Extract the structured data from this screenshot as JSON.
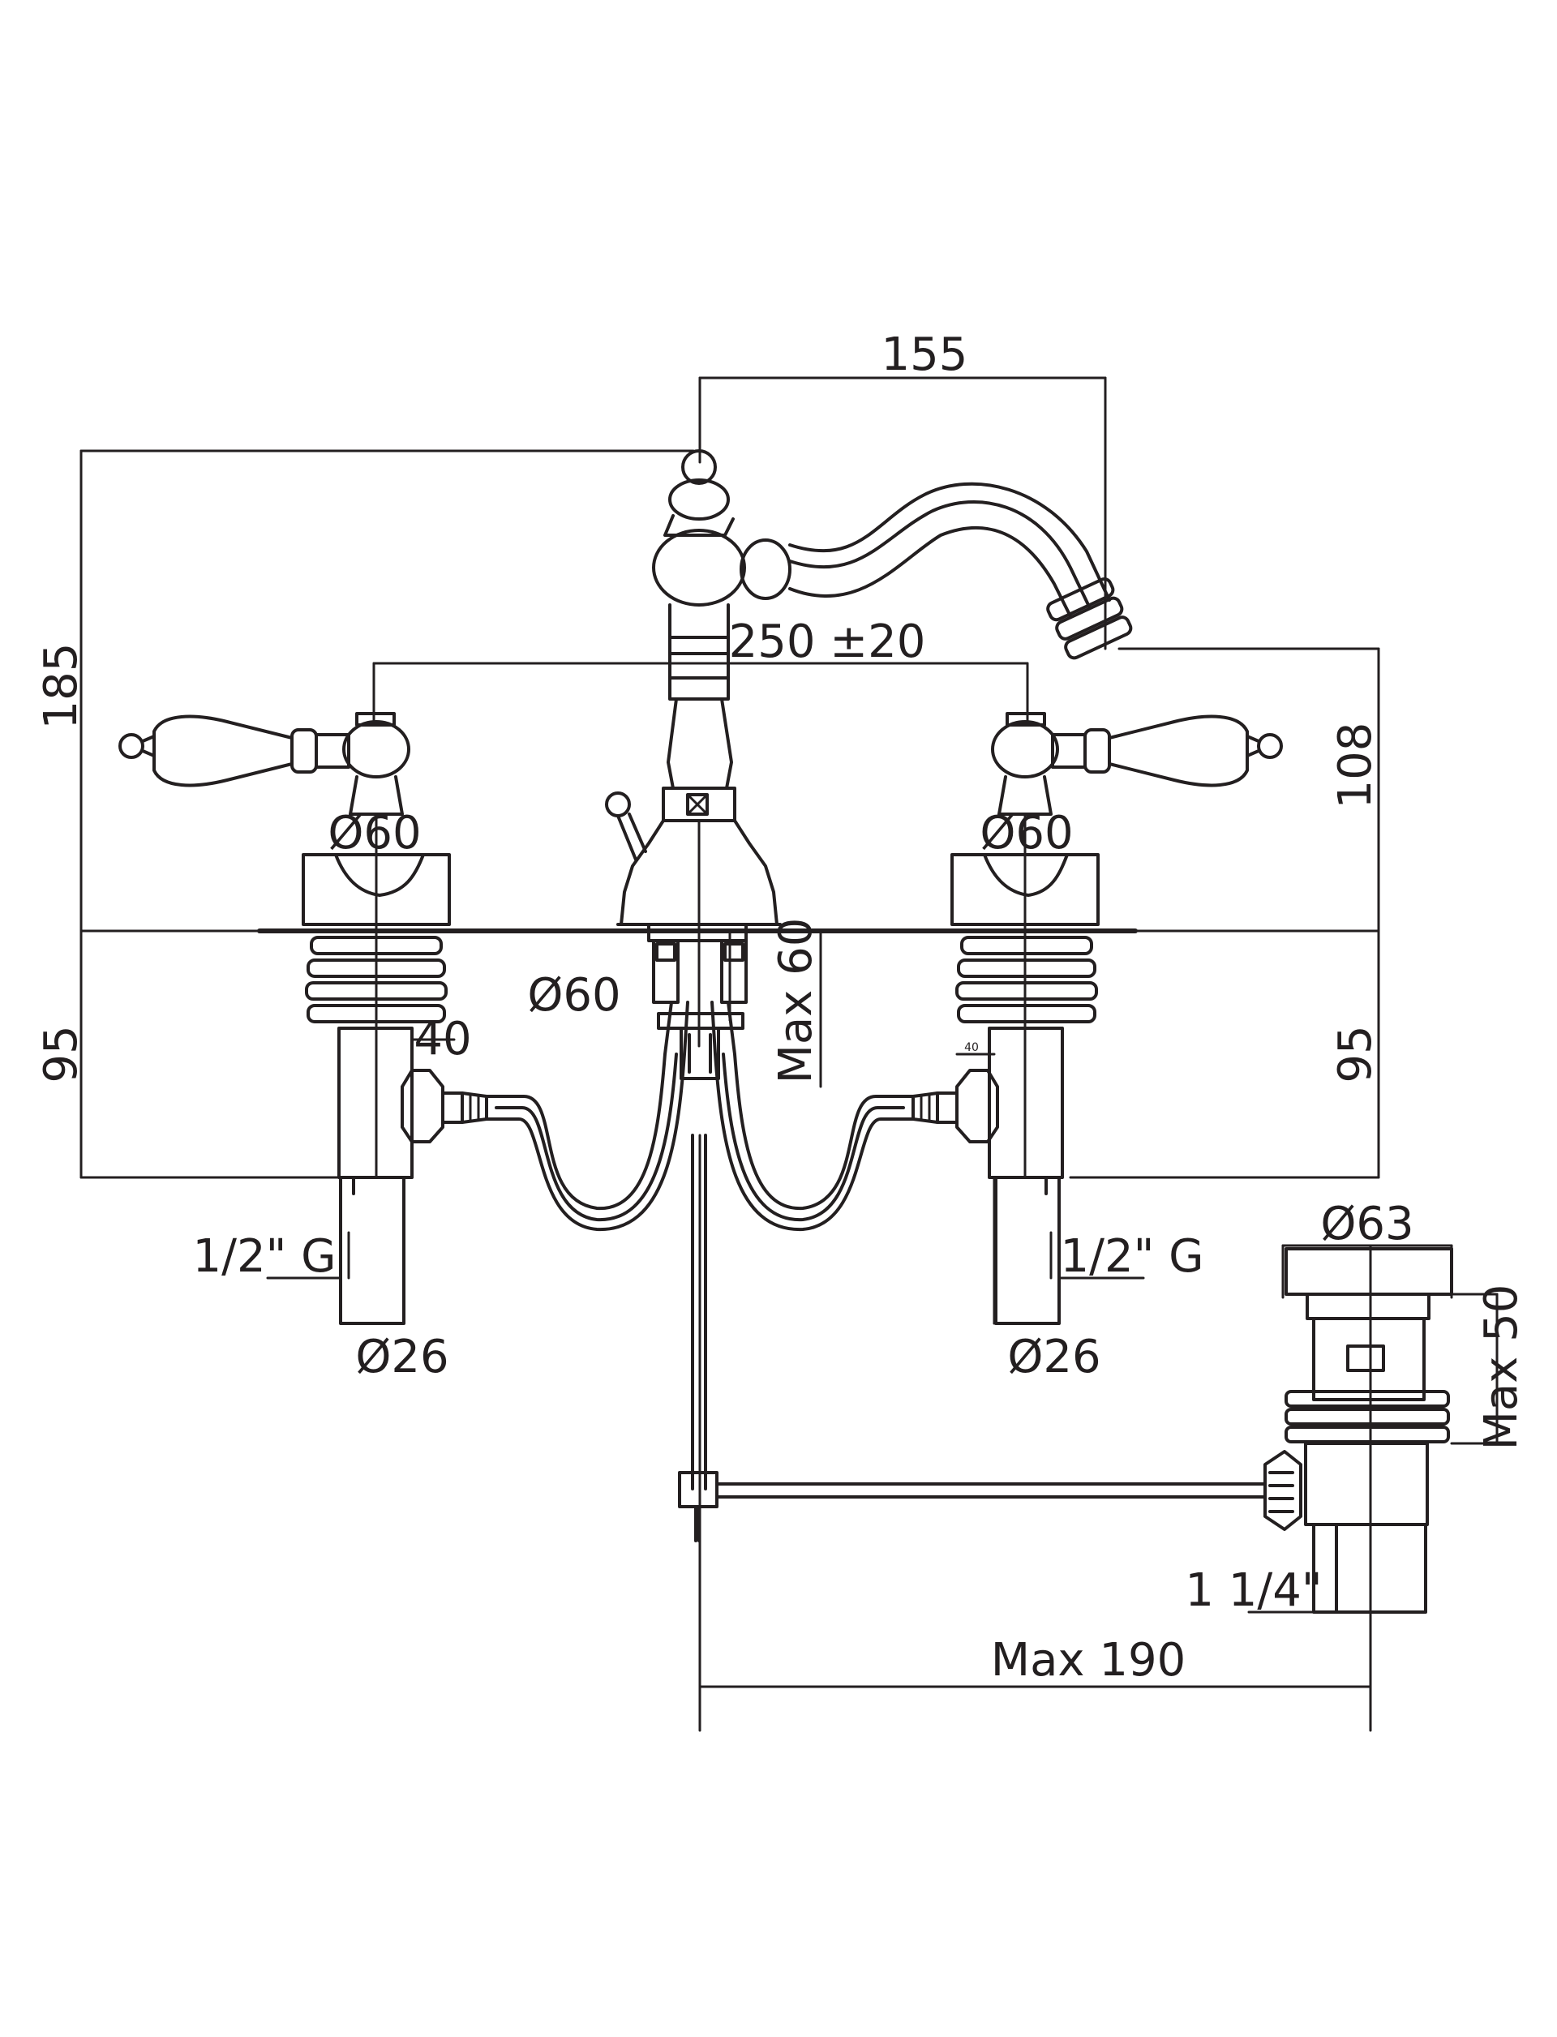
{
  "labels": {
    "dim_155": "155",
    "dim_185": "185",
    "dim_250": "250 ±20",
    "dim_108": "108",
    "dim_d60_left": "Ø60",
    "dim_d60_right": "Ø60",
    "dim_d60_center": "Ø60",
    "dim_max60": "Max 60",
    "dim_95_left": "95",
    "dim_95_right": "95",
    "dim_40_left": "40",
    "dim_40_right": "40",
    "dim_half_g_left": "1/2\" G",
    "dim_half_g_right": "1/2\" G",
    "dim_d26_left": "Ø26",
    "dim_d26_right": "Ø26",
    "dim_d63": "Ø63",
    "dim_max50": "Max 50",
    "dim_1_1_4": "1 1/4\"",
    "dim_max190": "Max 190"
  },
  "colors": {
    "line": "#231f20",
    "background": "#ffffff"
  }
}
